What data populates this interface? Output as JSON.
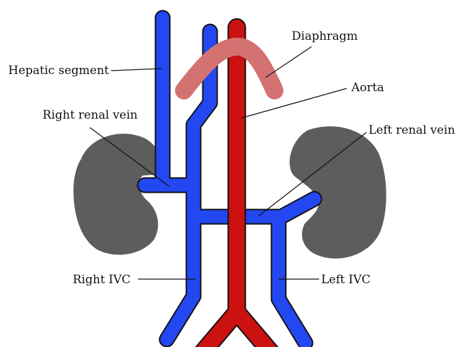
{
  "diagram": {
    "labels": {
      "hepatic_segment": "Hepatic segment",
      "diaphragm": "Diaphragm",
      "aorta": "Aorta",
      "right_renal_vein": "Right renal vein",
      "left_renal_vein": "Left renal vein",
      "right_ivc": "Right IVC",
      "left_ivc": "Left IVC"
    },
    "colors": {
      "vein": "#2347f0",
      "aorta": "#cc1111",
      "diaphragm": "#d47272",
      "kidney": "#5d5d5d",
      "outline": "#111111"
    }
  }
}
